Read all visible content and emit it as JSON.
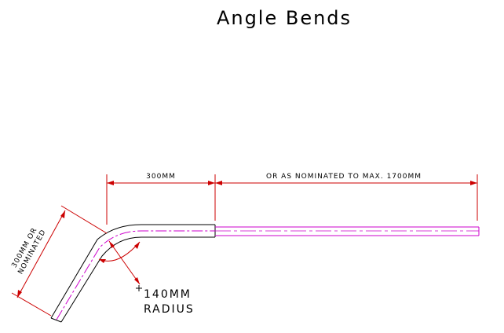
{
  "title": "Angle Bends",
  "dimensions": {
    "straight_length": "300MM",
    "extension": "OR AS NOMINATED TO MAX. 1700MM",
    "angled_leg_line1": "300MM OR",
    "angled_leg_line2": "NOMINATED"
  },
  "radius_label": {
    "line1": "140MM",
    "line2": "RADIUS"
  },
  "colors": {
    "outline": "#000000",
    "dimension": "#cc0000",
    "extension_tube": "#cc00cc",
    "centerline": "#cc00cc"
  }
}
